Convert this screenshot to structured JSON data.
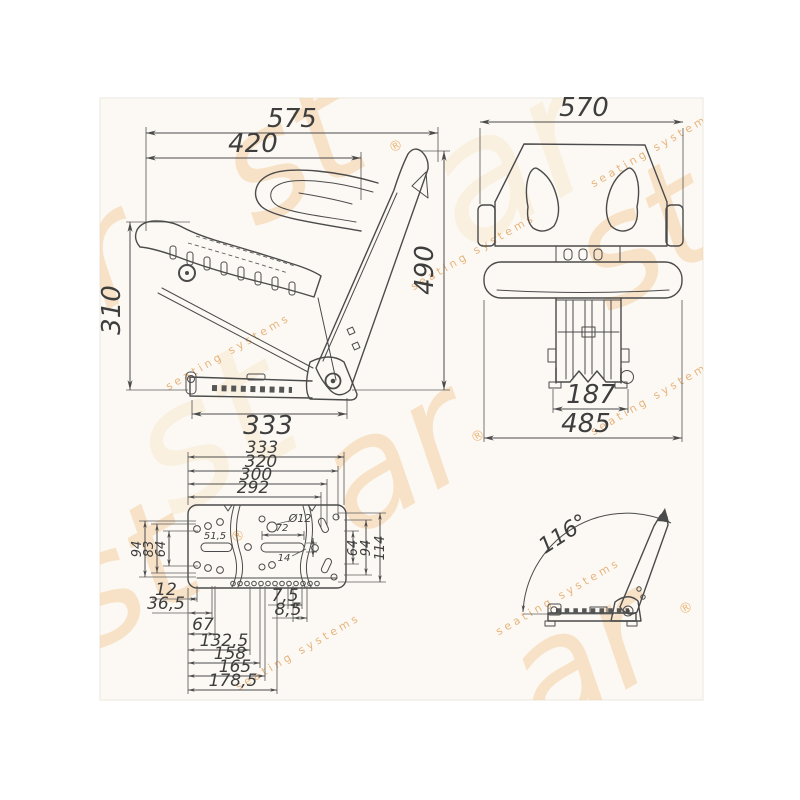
{
  "colors": {
    "line": "#4b4b4b",
    "watermark_big": "#f4cd9c",
    "watermark_accent": "#e2a360",
    "photo_bg": "#fcf9f4"
  },
  "watermark": {
    "big_a": "st",
    "big_b": "ar",
    "tagline": "seating systems",
    "reg": "®"
  },
  "drawing": {
    "side_view": {
      "overall_width": "575",
      "cushion_width": "420",
      "overall_height": "490",
      "cushion_height": "310",
      "base_length": "333"
    },
    "front_view": {
      "overall_width": "570",
      "suspension_width": "187",
      "cushion_width": "485"
    },
    "plate_view": {
      "top": {
        "d1": "333",
        "d2": "320",
        "d3": "300",
        "d4": "292"
      },
      "left": {
        "d1": "94",
        "d2": "83",
        "d3": "64"
      },
      "right": {
        "d1": "64",
        "d2": "94",
        "d3": "114"
      },
      "inner": {
        "slot_left": "51,5",
        "hole_dia": "Ø12",
        "slot_len": "72",
        "slot_height": "14"
      },
      "bottom": {
        "d1": "12",
        "d2": "36,5",
        "d3": "7,5",
        "d4": "8,5",
        "d5": "67",
        "d6": "132,5",
        "d7": "158",
        "d8": "165",
        "d9": "178,5"
      }
    },
    "fold_view": {
      "recline_angle": "116°"
    }
  }
}
